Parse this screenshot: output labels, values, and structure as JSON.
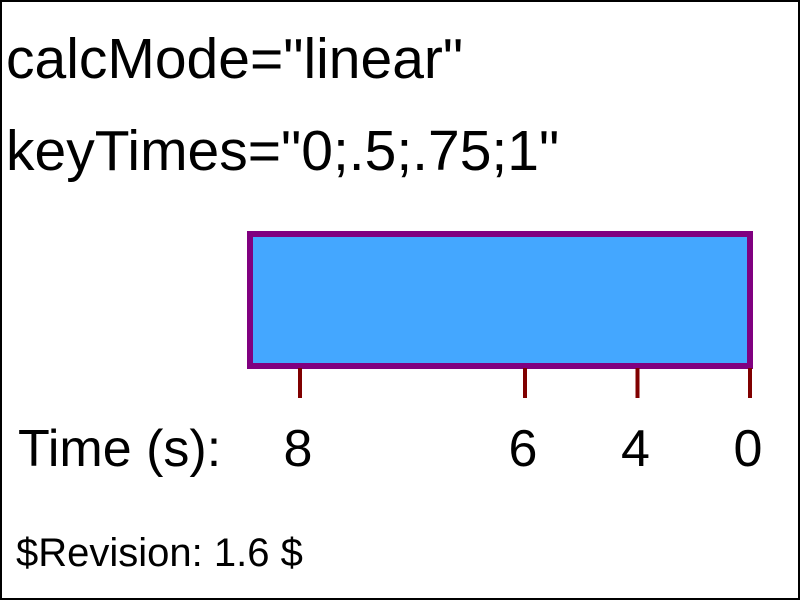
{
  "labels": {
    "calc_mode": "calcMode=\"linear\"",
    "key_times": "keyTimes=\"0;.5;.75;1\"",
    "time_axis": "Time (s):",
    "revision": "$Revision: 1.6 $"
  },
  "timeline": {
    "ticks": [
      {
        "key_time": 0.0,
        "label": "8"
      },
      {
        "key_time": 0.5,
        "label": "6"
      },
      {
        "key_time": 0.75,
        "label": "4"
      },
      {
        "key_time": 1.0,
        "label": "0"
      }
    ]
  },
  "colors": {
    "bar_fill": "#44a7ff",
    "bar_stroke": "#800080",
    "tick": "#800000",
    "frame": "#000000"
  }
}
